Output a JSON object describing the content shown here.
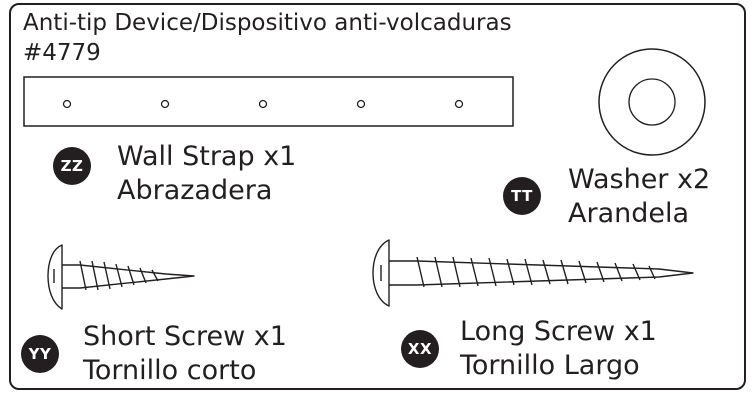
{
  "header": {
    "title": "Anti-tip Device/Dispositivo anti-volcaduras",
    "part_number": "#4779"
  },
  "parts": [
    {
      "code": "ZZ",
      "name": "Wall Strap x1",
      "name_es": "Abrazadera",
      "icon": "wall-strap-icon"
    },
    {
      "code": "TT",
      "name": "Washer x2",
      "name_es": "Arandela",
      "icon": "washer-icon"
    },
    {
      "code": "YY",
      "name": "Short Screw x1",
      "name_es": "Tornillo corto",
      "icon": "short-screw-icon"
    },
    {
      "code": "XX",
      "name": "Long Screw x1",
      "name_es": "Tornillo Largo",
      "icon": "long-screw-icon"
    }
  ],
  "colors": {
    "ink": "#231f20",
    "background": "#ffffff"
  }
}
